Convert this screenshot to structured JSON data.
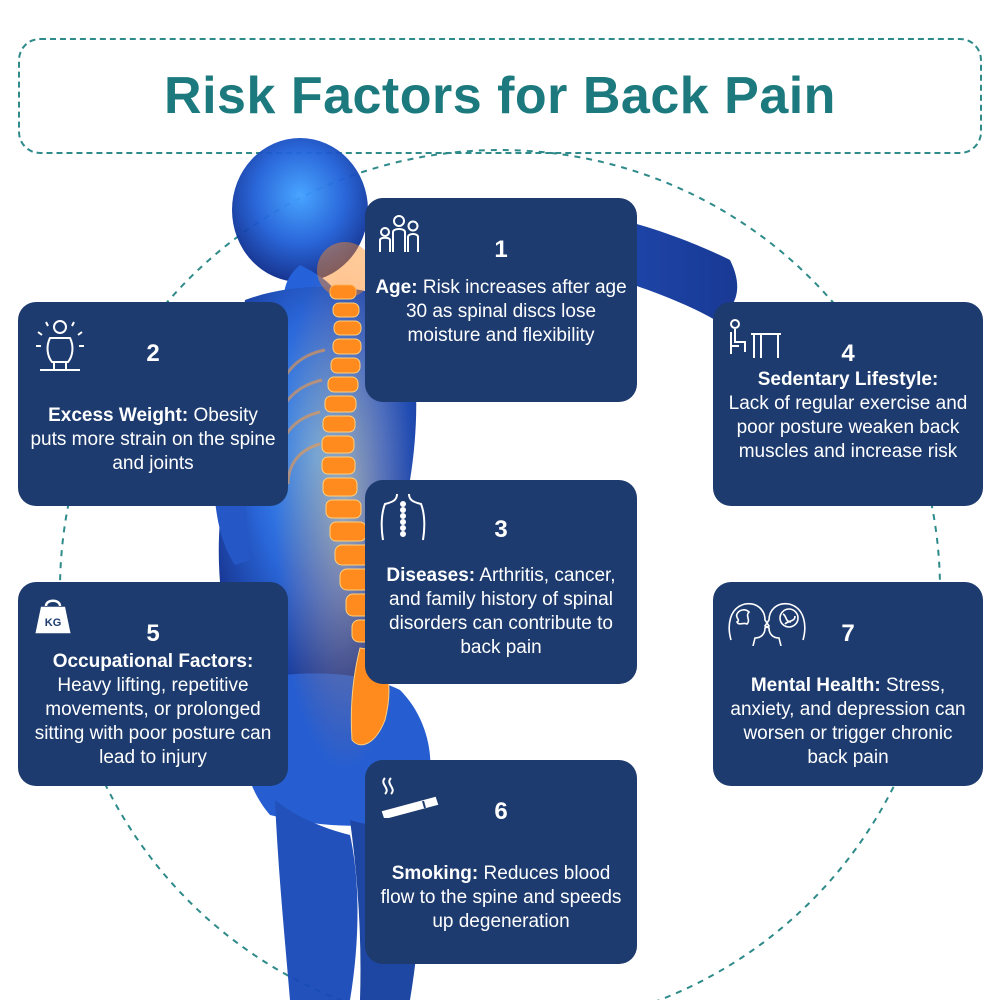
{
  "title": "Risk Factors for Back Pain",
  "colors": {
    "title_text": "#1c7a7e",
    "card_background": "#1d3b6e",
    "dashed_outline": "#2f8a8a",
    "body_glow": "#1e74ff",
    "spine": "#ff8a1e"
  },
  "factors": [
    {
      "number": "1",
      "label": "Age:",
      "text": "Risk increases after age 30 as spinal discs lose moisture and flexibility",
      "icon": "family-icon"
    },
    {
      "number": "2",
      "label": "Excess Weight:",
      "text": "Obesity puts more strain on the spine and joints",
      "icon": "obese-person-icon"
    },
    {
      "number": "3",
      "label": "Diseases:",
      "text": "Arthritis, cancer, and family history of spinal disorders can contribute to back pain",
      "icon": "back-spine-icon"
    },
    {
      "number": "4",
      "label": "Sedentary Lifestyle:",
      "text": "Lack of regular exercise and poor posture weaken back muscles and increase risk",
      "icon": "desk-sitting-icon"
    },
    {
      "number": "5",
      "label": "Occupational Factors:",
      "text": "Heavy lifting, repetitive movements, or prolonged sitting with poor posture can lead to injury",
      "icon": "kettlebell-kg-icon"
    },
    {
      "number": "6",
      "label": "Smoking:",
      "text": "Reduces blood flow to the spine and speeds up degeneration",
      "icon": "cigarette-icon"
    },
    {
      "number": "7",
      "label": "Mental Health:",
      "text": "Stress, anxiety, and depression can worsen or trigger chronic back pain",
      "icon": "brain-heads-icon"
    }
  ],
  "kettlebell_text": "KG"
}
